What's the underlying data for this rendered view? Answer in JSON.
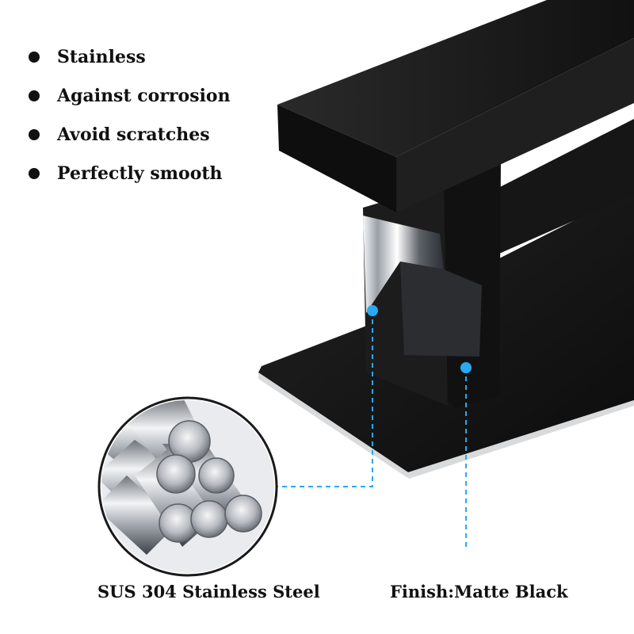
{
  "features": [
    {
      "label": "Stainless"
    },
    {
      "label": "Against corrosion"
    },
    {
      "label": "Avoid scratches"
    },
    {
      "label": "Perfectly smooth"
    }
  ],
  "captions": {
    "material": "SUS 304 Stainless Steel",
    "finish": "Finish:Matte Black"
  },
  "icons": {
    "bullet": "bullet-dot",
    "callout": "callout-dot"
  },
  "colors": {
    "text": "#111111",
    "matte_black": "#1a1a1a",
    "callout_blue": "#29a9f0",
    "steel": "#b8bcc2"
  }
}
